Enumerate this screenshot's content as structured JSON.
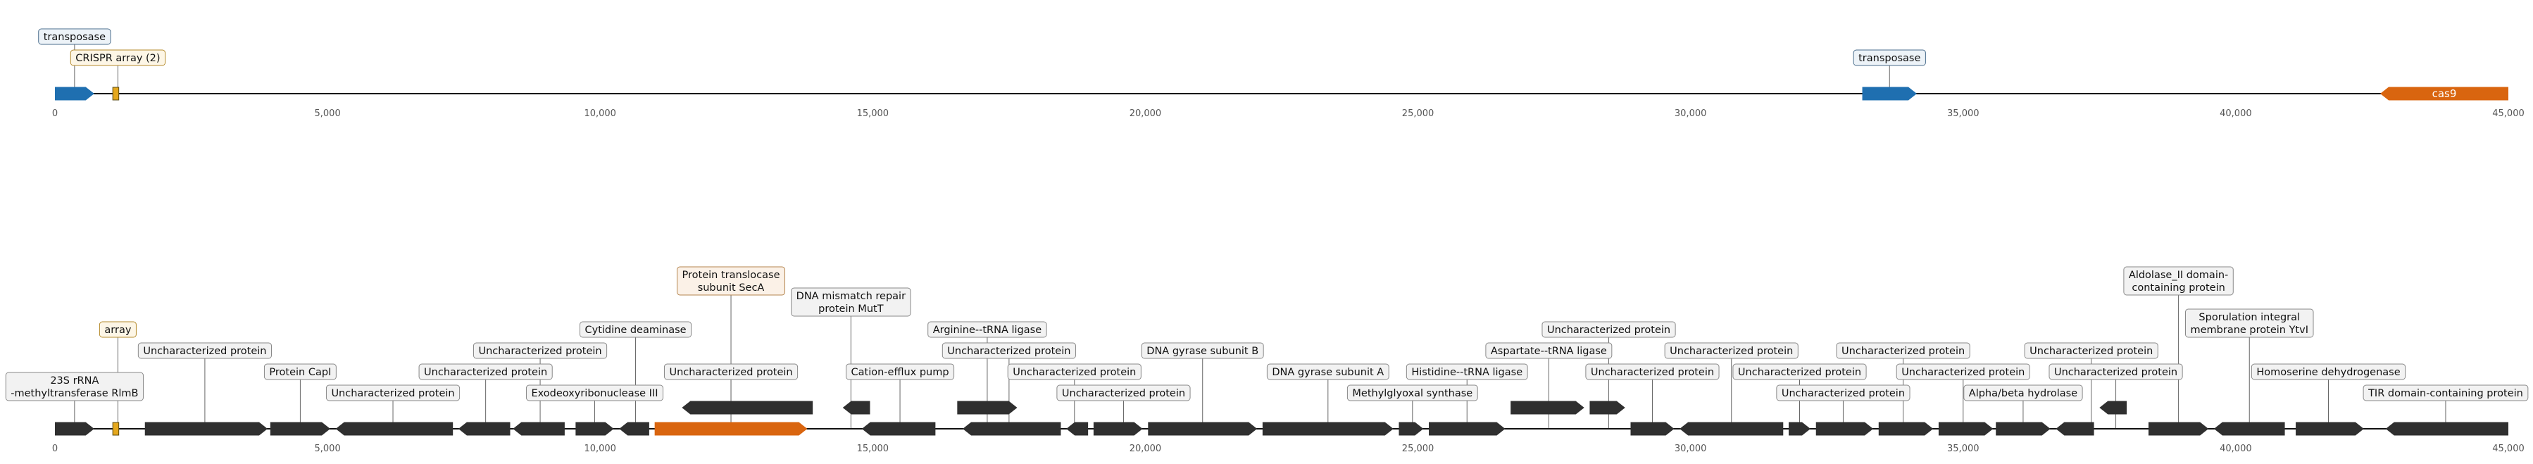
{
  "diagram": {
    "type": "genome-map",
    "bp_range": [
      0,
      45000
    ],
    "axis_ticks": [
      0,
      5000,
      10000,
      15000,
      20000,
      25000,
      30000,
      35000,
      40000,
      45000
    ],
    "axis_tick_labels": [
      "0",
      "5,000",
      "10,000",
      "15,000",
      "20,000",
      "25,000",
      "30,000",
      "35,000",
      "40,000",
      "45,000"
    ],
    "colors": {
      "transposase": "#1f6fb0",
      "crispr": "#e5a81e",
      "cas": "#d9650f",
      "highlight": "#d9650f",
      "gene": "#2f2f2f",
      "axis": "#111111",
      "box_default_bg": "#f2f2f2",
      "box_default_border": "#888888",
      "box_transposase_bg": "#edf3f8",
      "box_transposase_border": "#4a6d8c",
      "box_highlight_bg": "#fbf1e7",
      "box_highlight_border": "#b4844d",
      "box_crispr_bg": "#fdf6e6",
      "box_crispr_border": "#b58b2c"
    },
    "tracks": [
      {
        "features": [
          {
            "start": 0,
            "end": 720,
            "strand": 1,
            "color": "transposase"
          },
          {
            "start": 1100,
            "end": 1210,
            "strand": 0,
            "color": "crispr",
            "shape": "box"
          },
          {
            "start": 33150,
            "end": 34150,
            "strand": 1,
            "color": "transposase",
            "label": "cas9",
            "label_inside": false
          },
          {
            "start": 42650,
            "end": 45000,
            "strand": -1,
            "color": "cas",
            "inside_label": "cas9"
          }
        ],
        "labels": [
          {
            "text": [
              "transposase"
            ],
            "bp": 360,
            "level": 1,
            "style": "transposase"
          },
          {
            "text": [
              "CRISPR array (2)"
            ],
            "bp": 1155,
            "level": 0,
            "style": "crispr"
          },
          {
            "text": [
              "transposase"
            ],
            "bp": 33650,
            "level": 0,
            "style": "transposase"
          }
        ]
      },
      {
        "features": [
          {
            "start": 0,
            "end": 720,
            "strand": 1,
            "color": "gene"
          },
          {
            "start": 1100,
            "end": 1210,
            "strand": 0,
            "color": "crispr",
            "shape": "box"
          },
          {
            "start": 1650,
            "end": 3900,
            "strand": 1,
            "color": "gene"
          },
          {
            "start": 3950,
            "end": 5050,
            "strand": 1,
            "color": "gene"
          },
          {
            "start": 5150,
            "end": 7300,
            "strand": -1,
            "color": "gene"
          },
          {
            "start": 7400,
            "end": 8350,
            "strand": -1,
            "color": "gene"
          },
          {
            "start": 8400,
            "end": 9350,
            "strand": -1,
            "color": "gene"
          },
          {
            "start": 9550,
            "end": 10250,
            "strand": 1,
            "color": "gene"
          },
          {
            "start": 10350,
            "end": 10900,
            "strand": -1,
            "color": "gene"
          },
          {
            "start": 11000,
            "end": 13800,
            "strand": 1,
            "color": "highlight"
          },
          {
            "start": 11500,
            "end": 13900,
            "strand": -1,
            "color": "gene",
            "row": 1
          },
          {
            "start": 14450,
            "end": 14950,
            "strand": -1,
            "color": "gene",
            "row": 1
          },
          {
            "start": 14800,
            "end": 16150,
            "strand": -1,
            "color": "gene"
          },
          {
            "start": 16550,
            "end": 17650,
            "strand": 1,
            "color": "gene",
            "row": 1
          },
          {
            "start": 16650,
            "end": 18450,
            "strand": -1,
            "color": "gene"
          },
          {
            "start": 18550,
            "end": 18950,
            "strand": -1,
            "color": "gene"
          },
          {
            "start": 19050,
            "end": 19950,
            "strand": 1,
            "color": "gene"
          },
          {
            "start": 20050,
            "end": 22050,
            "strand": 1,
            "color": "gene"
          },
          {
            "start": 22150,
            "end": 24550,
            "strand": 1,
            "color": "gene"
          },
          {
            "start": 24650,
            "end": 25100,
            "strand": 1,
            "color": "gene"
          },
          {
            "start": 25200,
            "end": 26600,
            "strand": 1,
            "color": "gene"
          },
          {
            "start": 26700,
            "end": 28050,
            "strand": 1,
            "color": "gene",
            "row": 1
          },
          {
            "start": 28150,
            "end": 28800,
            "strand": 1,
            "color": "gene",
            "row": 1
          },
          {
            "start": 28900,
            "end": 29700,
            "strand": 1,
            "color": "gene"
          },
          {
            "start": 29800,
            "end": 31700,
            "strand": -1,
            "color": "gene"
          },
          {
            "start": 31800,
            "end": 32200,
            "strand": 1,
            "color": "gene"
          },
          {
            "start": 32300,
            "end": 33350,
            "strand": 1,
            "color": "gene"
          },
          {
            "start": 33450,
            "end": 34450,
            "strand": 1,
            "color": "gene"
          },
          {
            "start": 34550,
            "end": 35550,
            "strand": 1,
            "color": "gene"
          },
          {
            "start": 35600,
            "end": 36600,
            "strand": 1,
            "color": "gene"
          },
          {
            "start": 36700,
            "end": 37400,
            "strand": -1,
            "color": "gene"
          },
          {
            "start": 37500,
            "end": 38000,
            "strand": -1,
            "color": "gene",
            "row": 1
          },
          {
            "start": 38400,
            "end": 39500,
            "strand": 1,
            "color": "gene"
          },
          {
            "start": 39600,
            "end": 40900,
            "strand": -1,
            "color": "gene"
          },
          {
            "start": 41100,
            "end": 42350,
            "strand": 1,
            "color": "gene"
          },
          {
            "start": 42750,
            "end": 45000,
            "strand": -1,
            "color": "gene"
          }
        ],
        "labels": [
          {
            "text": [
              "23S rRNA",
              "-methyltransferase RlmB"
            ],
            "bp": 360,
            "level": 0,
            "style": "default"
          },
          {
            "text": [
              "array"
            ],
            "bp": 1155,
            "level": 3,
            "style": "crispr"
          },
          {
            "text": [
              "Uncharacterized protein"
            ],
            "bp": 2750,
            "level": 2,
            "style": "default"
          },
          {
            "text": [
              "Protein CapI"
            ],
            "bp": 4500,
            "level": 1,
            "style": "default"
          },
          {
            "text": [
              "Uncharacterized protein"
            ],
            "bp": 6200,
            "level": 0,
            "style": "default"
          },
          {
            "text": [
              "Uncharacterized protein"
            ],
            "bp": 7900,
            "level": 1,
            "style": "default"
          },
          {
            "text": [
              "Uncharacterized protein"
            ],
            "bp": 8900,
            "level": 2,
            "style": "default"
          },
          {
            "text": [
              "Exodeoxyribonuclease III"
            ],
            "bp": 9900,
            "level": 0,
            "style": "default"
          },
          {
            "text": [
              "Cytidine deaminase"
            ],
            "bp": 10650,
            "level": 3,
            "style": "default"
          },
          {
            "text": [
              "Protein translocase",
              "subunit SecA"
            ],
            "bp": 12400,
            "level": 5,
            "style": "highlight"
          },
          {
            "text": [
              "Uncharacterized protein"
            ],
            "bp": 12400,
            "level": 1,
            "style": "default"
          },
          {
            "text": [
              "DNA mismatch repair",
              "protein MutT"
            ],
            "bp": 14600,
            "level": 4,
            "style": "default"
          },
          {
            "text": [
              "Cation-efflux pump"
            ],
            "bp": 15500,
            "level": 1,
            "style": "default"
          },
          {
            "text": [
              "Arginine--tRNA ligase"
            ],
            "bp": 17100,
            "level": 3,
            "style": "default"
          },
          {
            "text": [
              "Uncharacterized protein"
            ],
            "bp": 17500,
            "level": 2,
            "style": "default"
          },
          {
            "text": [
              "Uncharacterized protein"
            ],
            "bp": 18700,
            "level": 1,
            "style": "default"
          },
          {
            "text": [
              "Uncharacterized protein"
            ],
            "bp": 19600,
            "level": 0,
            "style": "default"
          },
          {
            "text": [
              "DNA gyrase subunit B"
            ],
            "bp": 21050,
            "level": 2,
            "style": "default"
          },
          {
            "text": [
              "DNA gyrase subunit A"
            ],
            "bp": 23350,
            "level": 1,
            "style": "default"
          },
          {
            "text": [
              "Methylglyoxal synthase"
            ],
            "bp": 24900,
            "level": 0,
            "style": "default"
          },
          {
            "text": [
              "Histidine--tRNA ligase"
            ],
            "bp": 25900,
            "level": 1,
            "style": "default"
          },
          {
            "text": [
              "Aspartate--tRNA ligase"
            ],
            "bp": 27400,
            "level": 2,
            "style": "default"
          },
          {
            "text": [
              "Uncharacterized protein"
            ],
            "bp": 28500,
            "level": 3,
            "style": "default"
          },
          {
            "text": [
              "Uncharacterized protein"
            ],
            "bp": 29300,
            "level": 1,
            "style": "default"
          },
          {
            "text": [
              "Uncharacterized protein"
            ],
            "bp": 30750,
            "level": 2,
            "style": "default"
          },
          {
            "text": [
              "Uncharacterized protein"
            ],
            "bp": 32000,
            "level": 1,
            "style": "default"
          },
          {
            "text": [
              "Uncharacterized protein"
            ],
            "bp": 32800,
            "level": 0,
            "style": "default"
          },
          {
            "text": [
              "Uncharacterized protein"
            ],
            "bp": 33900,
            "level": 2,
            "style": "default"
          },
          {
            "text": [
              "Uncharacterized protein"
            ],
            "bp": 35000,
            "level": 1,
            "style": "default"
          },
          {
            "text": [
              "Alpha/beta hydrolase"
            ],
            "bp": 36100,
            "level": 0,
            "style": "default"
          },
          {
            "text": [
              "Uncharacterized protein"
            ],
            "bp": 37350,
            "level": 2,
            "style": "default"
          },
          {
            "text": [
              "Uncharacterized protein"
            ],
            "bp": 37800,
            "level": 1,
            "style": "default"
          },
          {
            "text": [
              "Aldolase_II domain-",
              "containing protein"
            ],
            "bp": 38950,
            "level": 5,
            "style": "default"
          },
          {
            "text": [
              "Sporulation integral",
              "membrane protein YtvI"
            ],
            "bp": 40250,
            "level": 3,
            "style": "default"
          },
          {
            "text": [
              "Homoserine dehydrogenase"
            ],
            "bp": 41700,
            "level": 1,
            "style": "default"
          },
          {
            "text": [
              "TIR domain-containing protein"
            ],
            "bp": 43850,
            "level": 0,
            "style": "default"
          }
        ]
      }
    ]
  }
}
